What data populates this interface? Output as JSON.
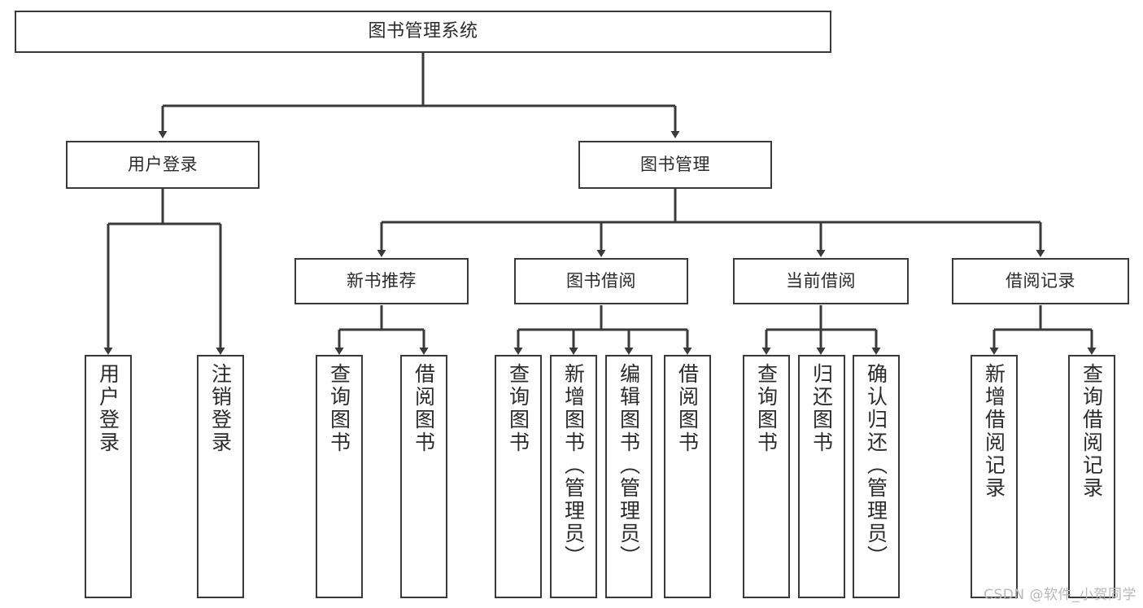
{
  "diagram": {
    "title": "图书管理系统",
    "watermark": "CSDN @软件_小贺同学",
    "line_color": "#3a3a3a",
    "text_color": "#2b2b2b",
    "background": "#ffffff",
    "nodes": {
      "root": "图书管理系统",
      "user_login": "用户登录",
      "book_manage": "图书管理",
      "new_book_rec": "新书推荐",
      "book_borrow": "图书借阅",
      "current_borrow": "当前借阅",
      "borrow_record": "借阅记录",
      "leaf_user_login": "用户登录",
      "leaf_logout": "注销登录",
      "leaf_query_book_1": "查询图书",
      "leaf_borrow_book_1": "借阅图书",
      "leaf_query_book_2": "查询图书",
      "leaf_add_book": "新增图书（管理员）",
      "leaf_edit_book": "编辑图书（管理员）",
      "leaf_borrow_book_2": "借阅图书",
      "leaf_query_book_3": "查询图书",
      "leaf_return_book": "归还图书",
      "leaf_confirm_return": "确认归还（管理员）",
      "leaf_add_record": "新增借阅记录",
      "leaf_query_record": "查询借阅记录"
    },
    "tree": [
      {
        "label": "图书管理系统",
        "children": [
          {
            "label": "用户登录",
            "children": [
              {
                "label": "用户登录",
                "children": []
              },
              {
                "label": "注销登录",
                "children": []
              }
            ]
          },
          {
            "label": "图书管理",
            "children": [
              {
                "label": "新书推荐",
                "children": [
                  {
                    "label": "查询图书",
                    "children": []
                  },
                  {
                    "label": "借阅图书",
                    "children": []
                  }
                ]
              },
              {
                "label": "图书借阅",
                "children": [
                  {
                    "label": "查询图书",
                    "children": []
                  },
                  {
                    "label": "新增图书（管理员）",
                    "children": []
                  },
                  {
                    "label": "编辑图书（管理员）",
                    "children": []
                  },
                  {
                    "label": "借阅图书",
                    "children": []
                  }
                ]
              },
              {
                "label": "当前借阅",
                "children": [
                  {
                    "label": "查询图书",
                    "children": []
                  },
                  {
                    "label": "归还图书",
                    "children": []
                  },
                  {
                    "label": "确认归还（管理员）",
                    "children": []
                  }
                ]
              },
              {
                "label": "借阅记录",
                "children": [
                  {
                    "label": "新增借阅记录",
                    "children": []
                  },
                  {
                    "label": "查询借阅记录",
                    "children": []
                  }
                ]
              }
            ]
          }
        ]
      }
    ]
  }
}
